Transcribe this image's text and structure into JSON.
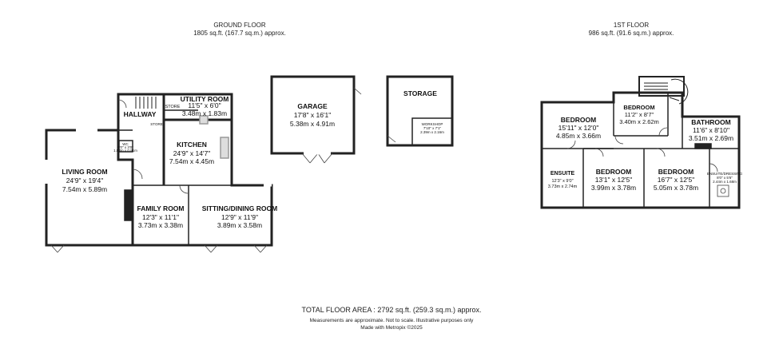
{
  "ground_floor": {
    "title": "GROUND FLOOR",
    "area": "1805 sq.ft. (167.7 sq.m.) approx.",
    "rooms": {
      "living_room": {
        "name": "LIVING ROOM",
        "imperial": "24'9\" x 19'4\"",
        "metric": "7.54m x 5.89m"
      },
      "hallway": {
        "name": "HALLWAY"
      },
      "utility_room": {
        "name": "UTILITY ROOM",
        "imperial": "11'5\" x 6'0\"",
        "metric": "3.48m x 1.83m"
      },
      "store_upper": {
        "name": "STORE"
      },
      "store_lower": {
        "name": "STORE"
      },
      "kitchen": {
        "name": "KITCHEN",
        "imperial": "24'9\" x 14'7\"",
        "metric": "7.54m x 4.45m"
      },
      "family_room": {
        "name": "FAMILY ROOM",
        "imperial": "12'3\" x 11'1\"",
        "metric": "3.73m x 3.38m"
      },
      "sitting_dining": {
        "name": "SITTING/DINING ROOM",
        "imperial": "12'9\" x 11'9\"",
        "metric": "3.89m x 3.58m"
      },
      "wc": {
        "name": "WC",
        "imperial": "6'0\" x 3'0\"",
        "metric": "1.83m x 0.91m"
      },
      "garage": {
        "name": "GARAGE",
        "imperial": "17'8\" x 16'1\"",
        "metric": "5.38m x 4.91m"
      },
      "storage": {
        "name": "STORAGE"
      },
      "workshop": {
        "name": "WORKSHOP",
        "imperial": "7'10\" x 7'1\"",
        "metric": "2.39m x 2.16m"
      }
    }
  },
  "first_floor": {
    "title": "1ST FLOOR",
    "area": "986 sq.ft. (91.6 sq.m.) approx.",
    "rooms": {
      "bedroom_1": {
        "name": "BEDROOM",
        "imperial": "15'11\" x 12'0\"",
        "metric": "4.85m x 3.66m"
      },
      "bedroom_small": {
        "name": "BEDROOM",
        "imperial": "11'2\" x 8'7\"",
        "metric": "3.40m x 2.62m"
      },
      "bathroom": {
        "name": "BATHROOM",
        "imperial": "11'6\" x 8'10\"",
        "metric": "3.51m x 2.69m"
      },
      "ensuite": {
        "name": "ENSUITE",
        "imperial": "12'3\" x 9'0\"",
        "metric": "3.73m x 2.74m"
      },
      "bedroom_2": {
        "name": "BEDROOM",
        "imperial": "13'1\" x 12'5\"",
        "metric": "3.99m x 3.78m"
      },
      "bedroom_3": {
        "name": "BEDROOM",
        "imperial": "16'7\" x 12'5\"",
        "metric": "5.05m x 3.78m"
      },
      "ensuite_dressing": {
        "name": "ENSUITE/DRESSING",
        "imperial": "8'0\" x 5'6\"",
        "metric": "2.44m x 1.68m"
      }
    }
  },
  "footer": {
    "total": "TOTAL FLOOR AREA : 2792 sq.ft. (259.3 sq.m.) approx.",
    "disclaimer": "Measurements are approximate.  Not to scale.  Illustrative purposes only",
    "credit": "Made with Metropix ©2025"
  },
  "colors": {
    "wall": "#222222",
    "worktop": "#dddddd",
    "background": "#ffffff"
  }
}
